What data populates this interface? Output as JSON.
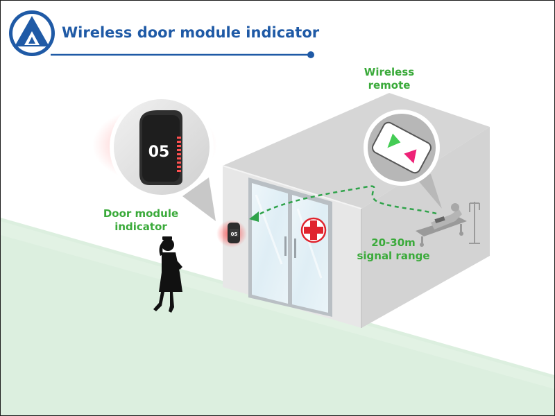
{
  "header": {
    "title": "Wireless door module indicator"
  },
  "labels": {
    "wireless_remote": [
      "Wireless",
      "remote"
    ],
    "door_module": [
      "Door module",
      "indicator"
    ],
    "signal_range": [
      "20-30m",
      "signal range"
    ]
  },
  "device": {
    "number": "05"
  },
  "colors": {
    "brand_blue": "#1f5aa6",
    "label_green": "#3aaa3a",
    "floor_green": "#d9eedc",
    "indicator_red": "#e23b3b",
    "cross_red": "#e0242e",
    "remote_green_button": "#44cc55",
    "remote_pink_button": "#ee2277"
  },
  "icons": [
    "logo-icon",
    "nurse-icon",
    "patient-bed-icon",
    "iv-stand-icon",
    "medical-cross-icon",
    "remote-control-icon",
    "door-indicator-icon"
  ]
}
